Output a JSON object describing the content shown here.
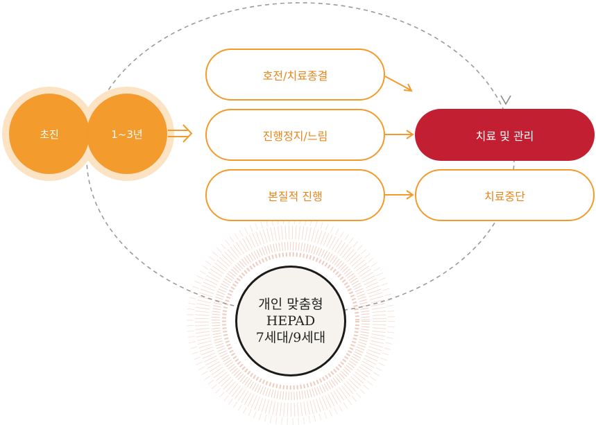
{
  "stages": {
    "early": "초진",
    "years": "1~3년"
  },
  "outcomes": {
    "improve": "호전/치료종결",
    "halt": "진행정지/느림",
    "progress": "본질적 진행"
  },
  "results": {
    "manage": "치료 및 관리",
    "stop": "치료중단"
  },
  "center": {
    "line1": "개인 맞춤형",
    "line2": "HEPAD",
    "line3": "7세대/9세대"
  },
  "colors": {
    "orange": "#f39a2b",
    "orange_halo": "#fbe3c4",
    "red": "#c21f33",
    "dashed": "#9a9a9a"
  }
}
